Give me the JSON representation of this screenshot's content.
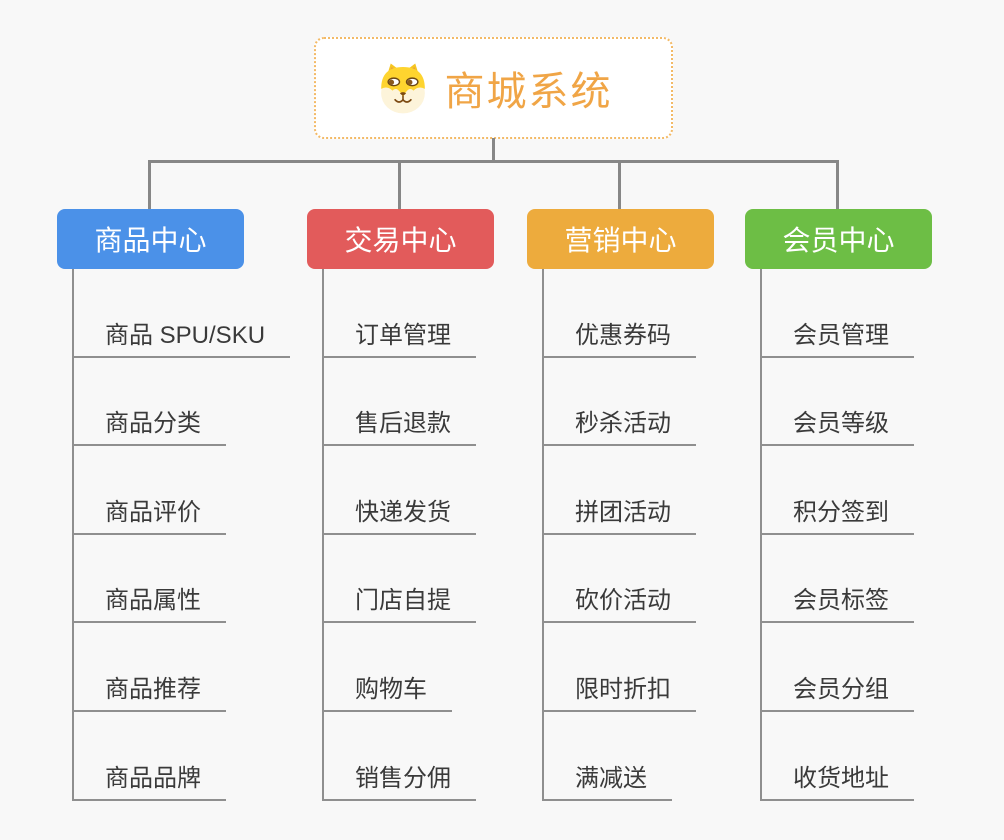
{
  "root": {
    "title": "商城系统",
    "icon": "dog-icon"
  },
  "colors": {
    "root_accent": "#f0a546",
    "root_border": "#f3ba67",
    "connector_gray": "#878787",
    "underline_gray": "#8f8f8f",
    "leaf_text": "#3a3a3a",
    "background": "#f8f8f8"
  },
  "branches": [
    {
      "label": "商品中心",
      "color": "#4b91e8",
      "children": [
        "商品 SPU/SKU",
        "商品分类",
        "商品评价",
        "商品属性",
        "商品推荐",
        "商品品牌"
      ]
    },
    {
      "label": "交易中心",
      "color": "#e25b5b",
      "children": [
        "订单管理",
        "售后退款",
        "快递发货",
        "门店自提",
        "购物车",
        "销售分佣"
      ]
    },
    {
      "label": "营销中心",
      "color": "#edab3d",
      "children": [
        "优惠券码",
        "秒杀活动",
        "拼团活动",
        "砍价活动",
        "限时折扣",
        "满减送"
      ]
    },
    {
      "label": "会员中心",
      "color": "#6dbe45",
      "children": [
        "会员管理",
        "会员等级",
        "积分签到",
        "会员标签",
        "会员分组",
        "收货地址"
      ]
    }
  ]
}
